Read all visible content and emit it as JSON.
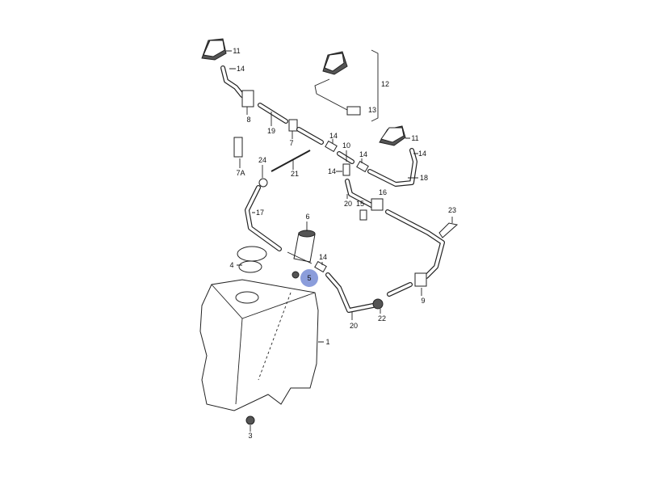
{
  "diagram": {
    "highlight_color": "#8b9ddb",
    "callouts": [
      {
        "id": "c11a",
        "text": "11"
      },
      {
        "id": "c14a",
        "text": "14"
      },
      {
        "id": "c12",
        "text": "12"
      },
      {
        "id": "c13",
        "text": "13"
      },
      {
        "id": "c8",
        "text": "8"
      },
      {
        "id": "c19",
        "text": "19"
      },
      {
        "id": "c7",
        "text": "7"
      },
      {
        "id": "c14b",
        "text": "14"
      },
      {
        "id": "c10",
        "text": "10"
      },
      {
        "id": "c14c",
        "text": "14"
      },
      {
        "id": "c11b",
        "text": "11"
      },
      {
        "id": "c14d",
        "text": "14"
      },
      {
        "id": "c18",
        "text": "18"
      },
      {
        "id": "c7a",
        "text": "7A"
      },
      {
        "id": "c24",
        "text": "24"
      },
      {
        "id": "c21",
        "text": "21"
      },
      {
        "id": "c14e",
        "text": "14"
      },
      {
        "id": "c16",
        "text": "16"
      },
      {
        "id": "c20a",
        "text": "20"
      },
      {
        "id": "c15",
        "text": "15"
      },
      {
        "id": "c17",
        "text": "17"
      },
      {
        "id": "c23",
        "text": "23"
      },
      {
        "id": "c6",
        "text": "6"
      },
      {
        "id": "c4",
        "text": "4"
      },
      {
        "id": "c5",
        "text": "5",
        "highlighted": true
      },
      {
        "id": "c14f",
        "text": "14"
      },
      {
        "id": "c9",
        "text": "9"
      },
      {
        "id": "c1",
        "text": "1"
      },
      {
        "id": "c20b",
        "text": "20"
      },
      {
        "id": "c22",
        "text": "22"
      },
      {
        "id": "c3",
        "text": "3"
      }
    ]
  }
}
